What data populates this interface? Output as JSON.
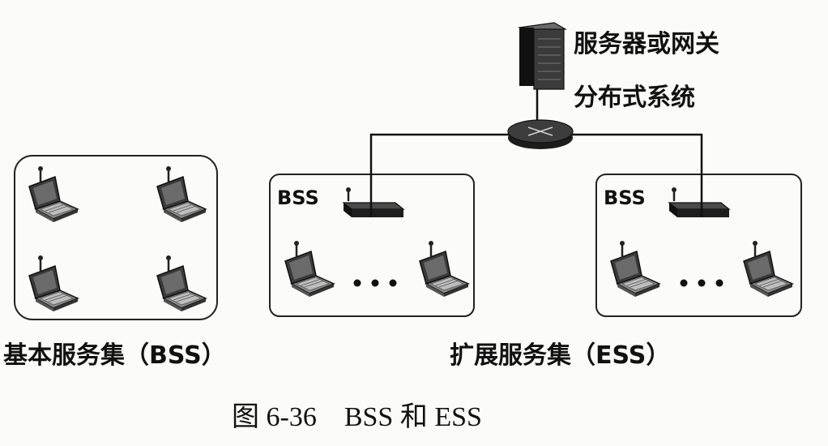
{
  "server": {
    "label": "服务器或网关"
  },
  "distribution": {
    "label": "分布式系统"
  },
  "bss_left": {
    "caption": "基本服务集（BSS）"
  },
  "ess": {
    "caption": "扩展服务集（ESS）",
    "bss_a_label": "BSS",
    "bss_b_label": "BSS"
  },
  "figure": {
    "caption": "图 6-36　BSS 和 ESS"
  },
  "icons": [
    "server-icon",
    "switch-icon",
    "access-point-icon",
    "laptop-icon",
    "ellipsis-dots"
  ]
}
